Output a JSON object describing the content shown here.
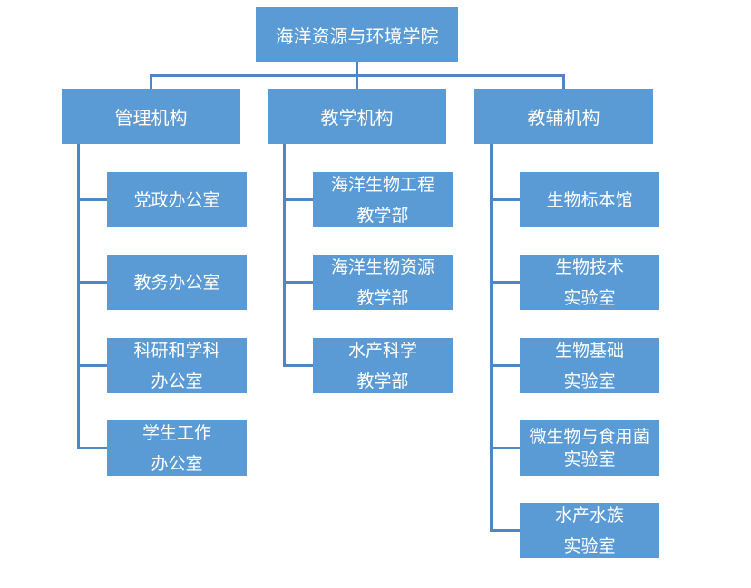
{
  "root": {
    "label": "海洋资源与环境学院"
  },
  "categories": [
    {
      "label": "管理机构",
      "items": [
        {
          "lines": [
            "党政办公室"
          ]
        },
        {
          "lines": [
            "教务办公室"
          ]
        },
        {
          "lines": [
            "科研和学科",
            "办公室"
          ]
        },
        {
          "lines": [
            "学生工作",
            "办公室"
          ]
        }
      ]
    },
    {
      "label": "教学机构",
      "items": [
        {
          "lines": [
            "海洋生物工程",
            "教学部"
          ]
        },
        {
          "lines": [
            "海洋生物资源",
            "教学部"
          ]
        },
        {
          "lines": [
            "水产科学",
            "教学部"
          ]
        }
      ]
    },
    {
      "label": "教辅机构",
      "items": [
        {
          "lines": [
            "生物标本馆"
          ]
        },
        {
          "lines": [
            "生物技术",
            "实验室"
          ]
        },
        {
          "lines": [
            "生物基础",
            "实验室"
          ]
        },
        {
          "lines": [
            "微生物与食用菌",
            "实验室"
          ]
        },
        {
          "lines": [
            "水产水族",
            "实验室"
          ]
        }
      ]
    }
  ],
  "colors": {
    "box_fill": "#5b9bd5",
    "connector": "#4f86c6",
    "text": "#ffffff"
  }
}
